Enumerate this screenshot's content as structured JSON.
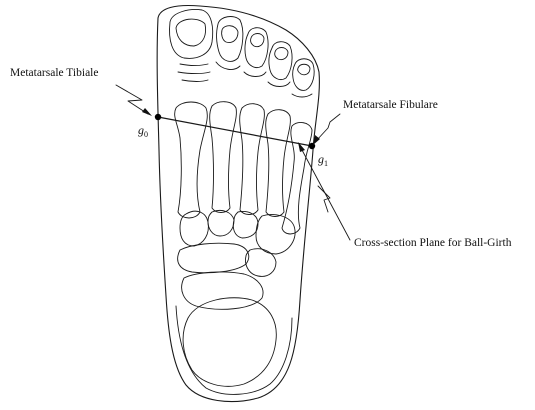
{
  "labels": {
    "tibiale": "Metatarsale Tibiale",
    "fibulare": "Metatarsale Fibulare",
    "plane": "Cross-section Plane for Ball-Girth"
  },
  "points": {
    "g0": {
      "symbol": "g",
      "sub": "0"
    },
    "g1": {
      "symbol": "g",
      "sub": "1"
    }
  },
  "colors": {
    "ink": "#1a1a1a",
    "background": "#ffffff"
  }
}
